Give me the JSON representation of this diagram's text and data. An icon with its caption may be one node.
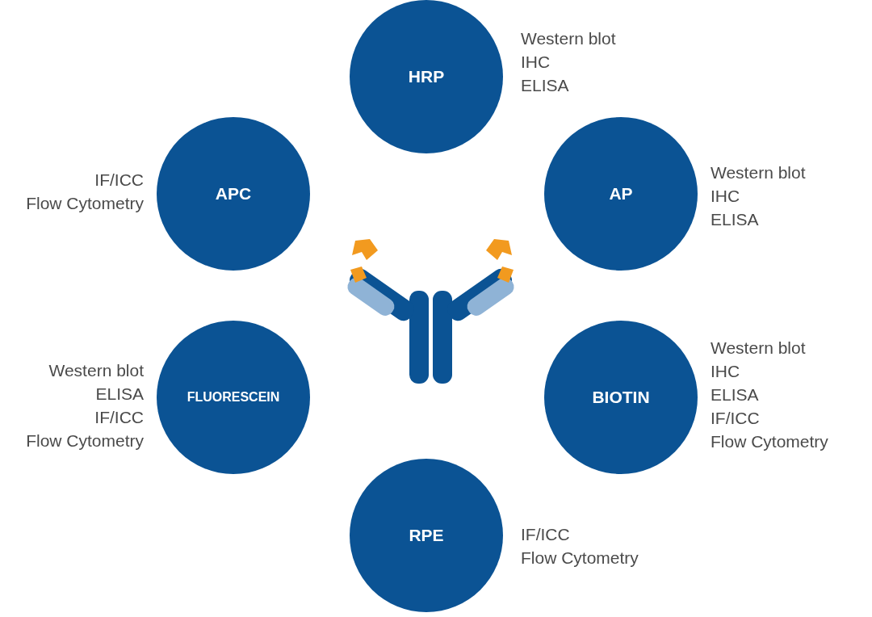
{
  "diagram": {
    "nodes": [
      {
        "text": [
          "HRP"
        ],
        "beside": [
          "Western blot",
          "IHC",
          "ELISA"
        ]
      },
      {
        "text": [
          "APC"
        ],
        "beside": [
          "IF/ICC",
          "Flow Cytometry"
        ]
      },
      {
        "text": [
          "AP"
        ],
        "beside": [
          "Western blot",
          "IHC",
          "ELISA"
        ]
      },
      {
        "text": [
          "FLUORESCEIN"
        ],
        "beside": [
          "Western blot",
          "ELISA",
          "IF/ICC",
          "Flow Cytometry"
        ]
      },
      {
        "text": [
          "BIOTIN"
        ],
        "beside": [
          "Western blot",
          "IHC",
          "ELISA",
          "IF/ICC",
          "Flow Cytometry"
        ]
      },
      {
        "text": [
          "RPE"
        ],
        "beside": [
          "IF/ICC",
          "Flow Cytometry"
        ]
      }
    ]
  }
}
